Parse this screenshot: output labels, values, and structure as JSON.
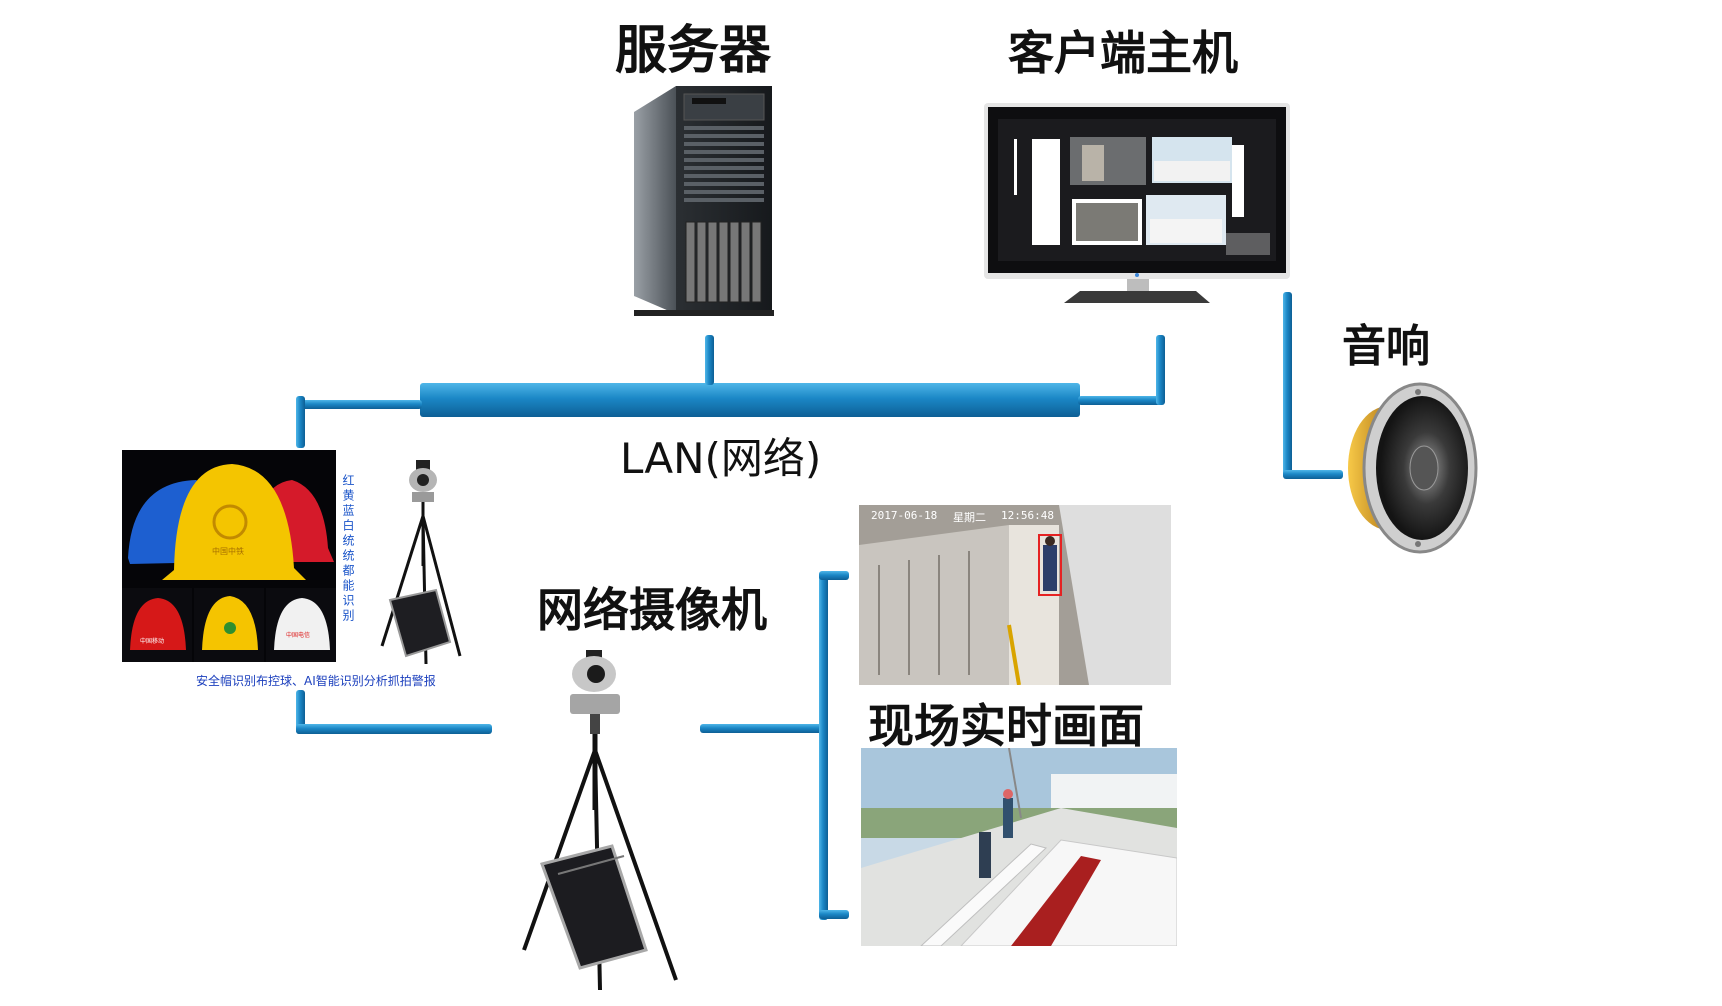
{
  "labels": {
    "server": "服务器",
    "client": "客户端主机",
    "speaker": "音响",
    "lan": "LAN(网络)",
    "camera": "网络摄像机",
    "live": "现场实时画面"
  },
  "helmet_panel": {
    "vertical_text": "红黄蓝白统统都能识别",
    "caption": "安全帽识别布控球、AI智能识别分析抓拍警报",
    "logo_texts": [
      "中国中铁",
      "中国移动",
      "中国电信"
    ]
  },
  "cctv_overlay": {
    "date": "2017-06-18",
    "weekday": "星期二",
    "time": "12:56:48"
  },
  "icons": [
    "server-tower-icon",
    "monitor-icon",
    "speaker-icon",
    "ptz-camera-icon",
    "tripod-icon",
    "case-icon",
    "helmet-icon"
  ],
  "colors": {
    "pipe": "#1b87c6",
    "pipe_light": "#4fb6e8",
    "text": "#111111",
    "caption": "#1b3fbd"
  }
}
